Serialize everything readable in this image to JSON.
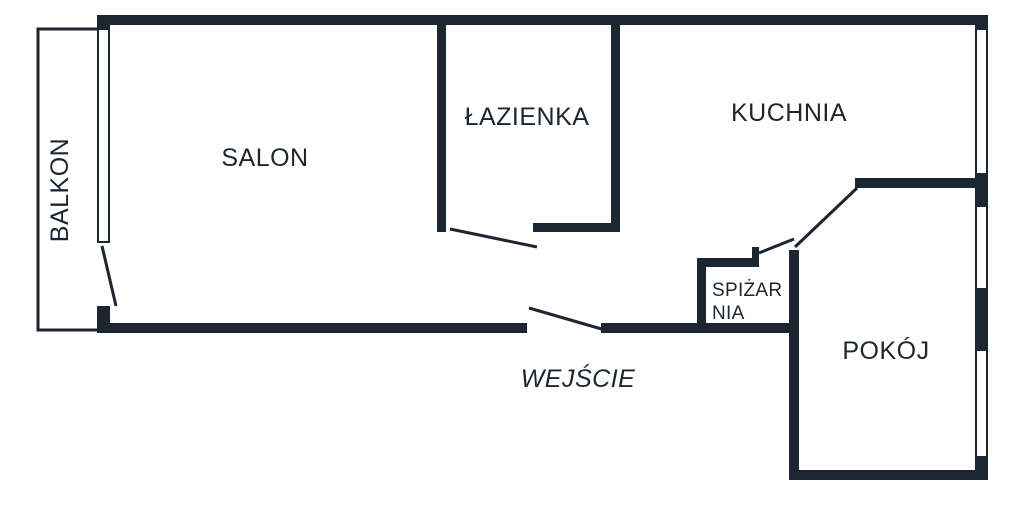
{
  "colors": {
    "wall": "#1c2630",
    "background": "#ffffff"
  },
  "labels": {
    "balkon": "BALKON",
    "salon": "SALON",
    "lazienka": "ŁAZIENKA",
    "kuchnia": "KUCHNIA",
    "spizarnia": [
      "SPIŻAR",
      "NIA"
    ],
    "pokoj": "POKÓJ",
    "wejscie": "WEJŚCIE"
  }
}
